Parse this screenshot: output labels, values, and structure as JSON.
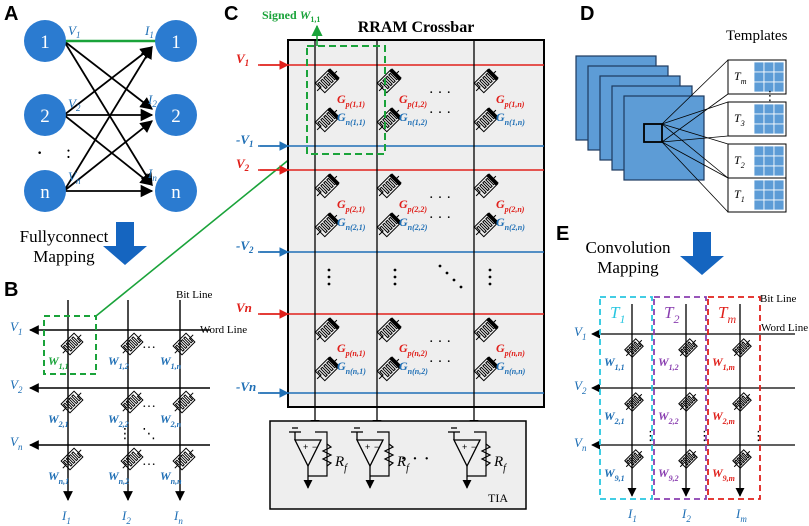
{
  "panels": [
    "A",
    "B",
    "C",
    "D",
    "E"
  ],
  "panelA": {
    "left_nodes": [
      "1",
      "2",
      "n"
    ],
    "right_nodes": [
      "1",
      "2",
      "n"
    ],
    "v_labels": [
      "V",
      "1",
      "V",
      "2",
      "V",
      "n"
    ],
    "i_labels": [
      "I",
      "1",
      "I",
      "2",
      "I",
      "n"
    ],
    "dots_left": "·",
    "dots_mid": ":"
  },
  "arrow_fc": {
    "line1": "Fullyconnect",
    "line2": "Mapping"
  },
  "panelB": {
    "bit_line": "Bit Line",
    "word_line": "Word Line",
    "v": [
      {
        "m": "V",
        "s": "1"
      },
      {
        "m": "V",
        "s": "2"
      },
      {
        "m": "V",
        "s": "n"
      }
    ],
    "i": [
      {
        "m": "I",
        "s": "1"
      },
      {
        "m": "I",
        "s": "2"
      },
      {
        "m": "I",
        "s": "n"
      }
    ],
    "w": [
      {
        "m": "W",
        "s": "1,1"
      },
      {
        "m": "W",
        "s": "1,2"
      },
      {
        "m": "W",
        "s": "1,n"
      },
      {
        "m": "W",
        "s": "2,1"
      },
      {
        "m": "W",
        "s": "2,2"
      },
      {
        "m": "W",
        "s": "2,n"
      },
      {
        "m": "W",
        "s": "n,1"
      },
      {
        "m": "W",
        "s": "n,2"
      },
      {
        "m": "W",
        "s": "n,n"
      }
    ],
    "hdots": "…",
    "vdots": "⋮",
    "ddots": "⋱"
  },
  "panelC": {
    "title": "RRAM Crossbar",
    "signed_prefix": "Signed",
    "signed_w": "W",
    "signed_sub": "1,1",
    "rows": [
      {
        "label": "V",
        "sub": "1",
        "neg": false
      },
      {
        "label": "-V",
        "sub": "1",
        "neg": true
      },
      {
        "label": "V",
        "sub": "2",
        "neg": false
      },
      {
        "label": "-V",
        "sub": "2",
        "neg": true
      },
      {
        "label": "Vn",
        "sub": "",
        "neg": false
      },
      {
        "label": "-Vn",
        "sub": "",
        "neg": true
      }
    ],
    "gp": [
      {
        "m": "G",
        "s": "p(1,1)"
      },
      {
        "m": "G",
        "s": "p(1,2)"
      },
      {
        "m": "G",
        "s": "p(1,n)"
      },
      {
        "m": "G",
        "s": "p(2,1)"
      },
      {
        "m": "G",
        "s": "p(2,2)"
      },
      {
        "m": "G",
        "s": "p(2,n)"
      },
      {
        "m": "G",
        "s": "p(n,1)"
      },
      {
        "m": "G",
        "s": "p(n,2)"
      },
      {
        "m": "G",
        "s": "p(n,n)"
      }
    ],
    "gn": [
      {
        "m": "G",
        "s": "n(1,1)"
      },
      {
        "m": "G",
        "s": "n(1,2)"
      },
      {
        "m": "G",
        "s": "n(1,n)"
      },
      {
        "m": "G",
        "s": "n(2,1)"
      },
      {
        "m": "G",
        "s": "n(2,2)"
      },
      {
        "m": "G",
        "s": "n(2,n)"
      },
      {
        "m": "G",
        "s": "n(n,1)"
      },
      {
        "m": "G",
        "s": "n(n,2)"
      },
      {
        "m": "G",
        "s": "n(n,n)"
      }
    ],
    "hdots": "· · ·",
    "rf": {
      "m": "R",
      "s": "f"
    },
    "tia": "TIA",
    "tia_dots": "· · ·",
    "opamp_minus": "−",
    "opamp_plus": "+"
  },
  "panelD": {
    "templates_label": "Templates",
    "templates": [
      {
        "m": "T",
        "s": "m"
      },
      {
        "m": "T",
        "s": "3"
      },
      {
        "m": "T",
        "s": "2"
      },
      {
        "m": "T",
        "s": "1"
      }
    ],
    "vdots": "⋮"
  },
  "arrow_conv": {
    "line1": "Convolution",
    "line2": "Mapping"
  },
  "panelE": {
    "bit_line": "Bit Line",
    "word_line": "Word Line",
    "t": [
      {
        "m": "T",
        "s": "1"
      },
      {
        "m": "T",
        "s": "2"
      },
      {
        "m": "T",
        "s": "m"
      }
    ],
    "v": [
      {
        "m": "V",
        "s": "1"
      },
      {
        "m": "V",
        "s": "2"
      },
      {
        "m": "V",
        "s": "n"
      }
    ],
    "i": [
      {
        "m": "I",
        "s": "1"
      },
      {
        "m": "I",
        "s": "2"
      },
      {
        "m": "I",
        "s": "m"
      }
    ],
    "w": [
      {
        "m": "W",
        "s": "1,1"
      },
      {
        "m": "W",
        "s": "1,2"
      },
      {
        "m": "W",
        "s": "1,m"
      },
      {
        "m": "W",
        "s": "2,1"
      },
      {
        "m": "W",
        "s": "2,2"
      },
      {
        "m": "W",
        "s": "2,m"
      },
      {
        "m": "W",
        "s": "9,1"
      },
      {
        "m": "W",
        "s": "9,2"
      },
      {
        "m": "W",
        "s": "9,m"
      }
    ],
    "vdots": "⋮"
  },
  "colors": {
    "node_blue": "#2b7bd0",
    "arrow_blue": "#1565c0",
    "red": "#e0201b",
    "blue": "#1f6fb5",
    "green": "#1aa33a",
    "cyan": "#27c6e0",
    "purple": "#8a3fb0",
    "grid_fill": "#eeeeee"
  }
}
